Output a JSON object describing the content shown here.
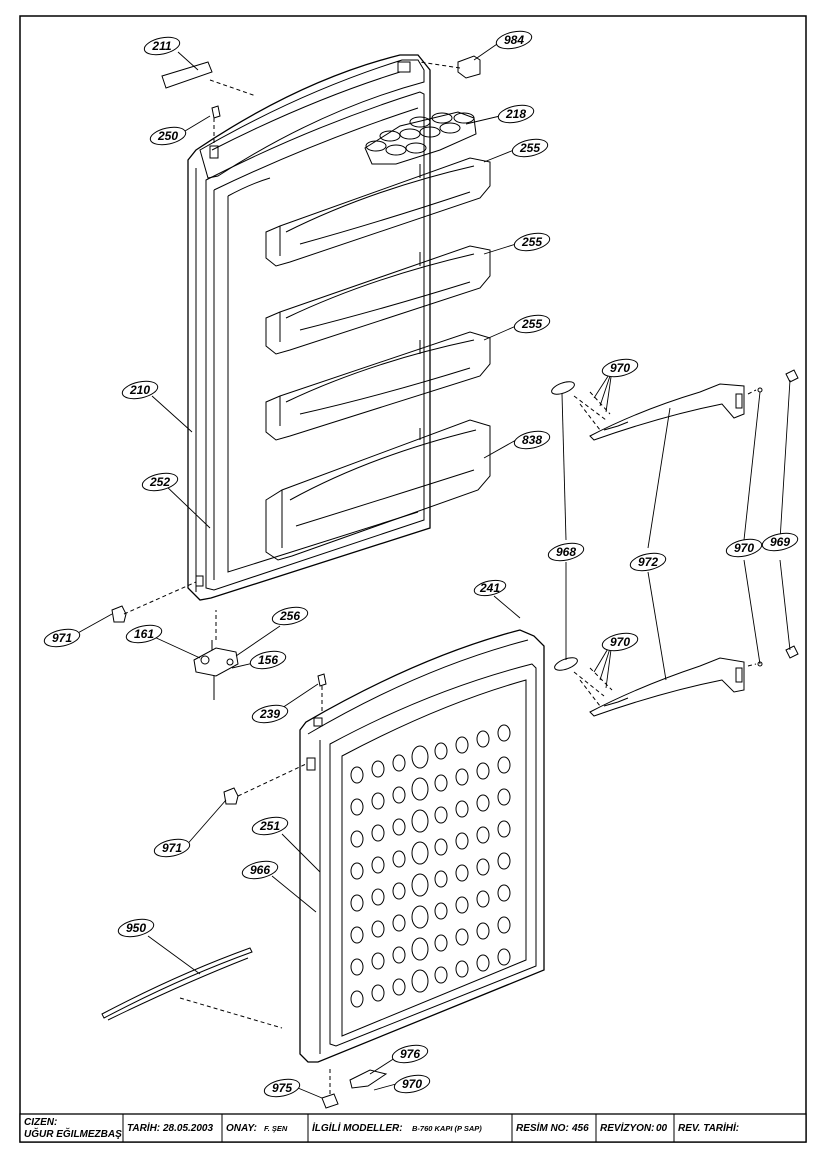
{
  "part_labels": {
    "p211": "211",
    "p984": "984",
    "p250": "250",
    "p218": "218",
    "p255a": "255",
    "p255b": "255",
    "p255c": "255",
    "p838": "838",
    "p210": "210",
    "p252": "252",
    "p970a": "970",
    "p968": "968",
    "p972": "972",
    "p970b": "970",
    "p969": "969",
    "p241": "241",
    "p970c": "970",
    "p971a": "971",
    "p161": "161",
    "p256": "256",
    "p156": "156",
    "p239": "239",
    "p971b": "971",
    "p251": "251",
    "p966": "966",
    "p950": "950",
    "p976": "976",
    "p975": "975",
    "p970d": "970"
  },
  "title_block": {
    "cizen_label": "CIZEN:",
    "cizen_name": "UĞUR EĞILMEZBAŞ",
    "tarih_label": "TARİH:",
    "tarih_value": "28.05.2003",
    "onay_label": "ONAY:",
    "onay_value": "F. ŞEN",
    "modeller_label": "İLGİLİ MODELLER:",
    "modeller_value": "B-760 KAPI (P SAP)",
    "resim_label": "RESİM NO:",
    "resim_value": "456",
    "revizyon_label": "REVİZYON:",
    "revizyon_value": "00",
    "rev_tarihi_label": "REV. TARİHİ:",
    "rev_tarihi_value": ""
  }
}
